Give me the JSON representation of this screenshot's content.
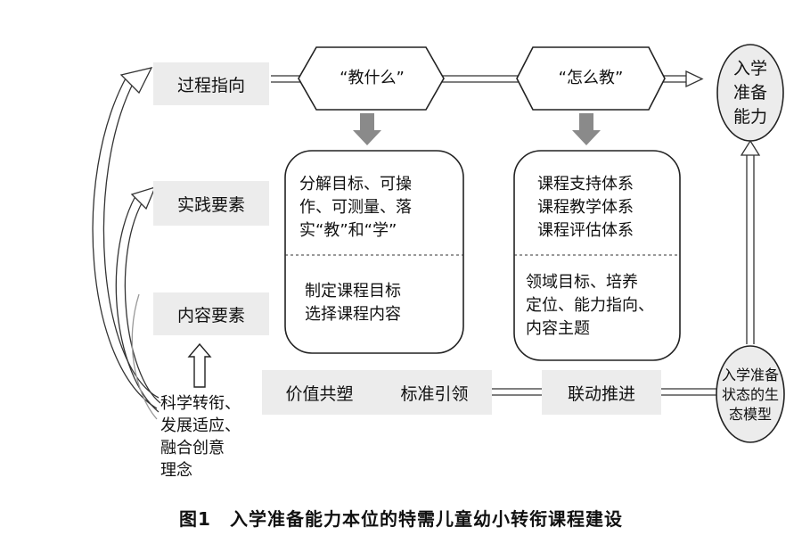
{
  "left_labels": {
    "process": "过程指向",
    "practice": "实践要素",
    "content": "内容要素"
  },
  "hexagons": {
    "what": "“教什么”",
    "how": "“怎么教”"
  },
  "outcome": [
    "入学",
    "准备",
    "能力"
  ],
  "left_panel": {
    "top": [
      "分解目标、可操",
      "作、可测量、落",
      "实“教”和“学”"
    ],
    "bottom": [
      "制定课程目标",
      "选择课程内容"
    ]
  },
  "right_panel": {
    "top": [
      "课程支持体系",
      "课程教学体系",
      "课程评估体系"
    ],
    "bottom": [
      "领域目标、培养",
      "定位、能力指向、",
      "内容主题"
    ]
  },
  "bottom_row": {
    "value": "价值共塑",
    "standard": "标准引领",
    "linkage": "联动推进"
  },
  "eco_model": [
    "入学准备",
    "状态的生",
    "态模型"
  ],
  "concept": [
    "科学转衔、",
    "发展适应、",
    "融合创意",
    "理念"
  ],
  "caption": "图1　入学准备能力本位的特需儿童幼小转衔课程建设"
}
